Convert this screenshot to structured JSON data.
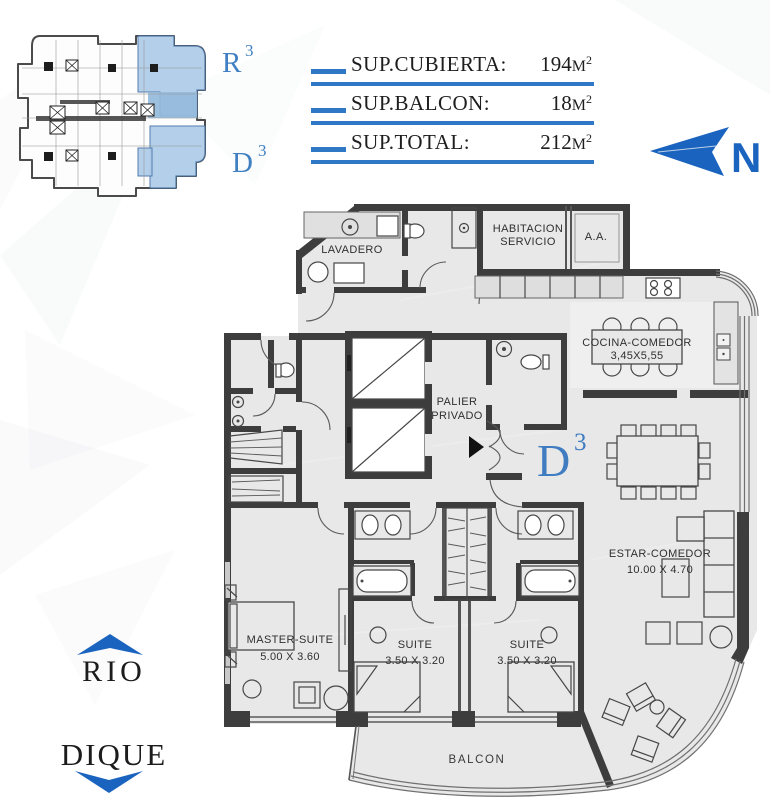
{
  "key_plan": {
    "unit_r": "R",
    "unit_r_sup": "3",
    "unit_d": "D",
    "unit_d_sup": "3"
  },
  "area_table": {
    "rows": [
      {
        "label": "SUP.CUBIERTA:",
        "value": "194",
        "unit": "M",
        "sup": "2"
      },
      {
        "label": "SUP.BALCON:",
        "value": "18",
        "unit": "M",
        "sup": "2"
      },
      {
        "label": "SUP.TOTAL:",
        "value": "212",
        "unit": "M",
        "sup": "2"
      }
    ]
  },
  "compass": {
    "label": "N"
  },
  "orientation": {
    "top_label": "RIO",
    "bottom_label": "DIQUE"
  },
  "plan": {
    "unit_letter": "D",
    "unit_sup": "3",
    "lavadero": "LAVADERO",
    "habitacion_1": "HABITACION",
    "habitacion_2": "SERVICIO",
    "aa": "A.A.",
    "cocina": "COCINA-COMEDOR",
    "cocina_dim": "3,45X5,55",
    "palier_1": "PALIER",
    "palier_2": "PRIVADO",
    "estar": "ESTAR-COMEDOR",
    "estar_dim": "10.00 X 4.70",
    "master": "MASTER-SUITE",
    "master_dim": "5.00 X 3.60",
    "suite_a": "SUITE",
    "suite_a_dim": "3.50 X 3.20",
    "suite_b": "SUITE",
    "suite_b_dim": "3.50 X 3.20",
    "balcon": "BALCON"
  },
  "colors": {
    "accent_blue": "#1a63be",
    "label_blue": "#3f7cc0",
    "underline_blue": "#2e78c6",
    "wall": "#3d3d3d",
    "floor": "#e8e8e8",
    "keyplan_fill": "#b0cde9"
  }
}
